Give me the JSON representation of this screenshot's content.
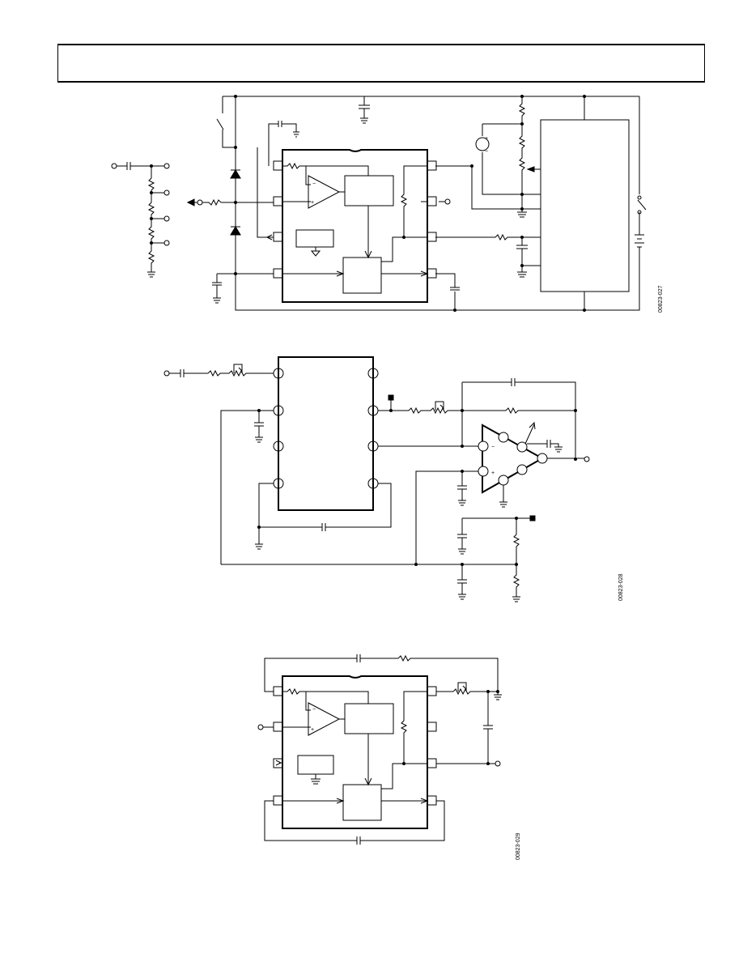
{
  "figures": [
    {
      "code": "00823-027"
    },
    {
      "code": "00823-028"
    },
    {
      "code": "00823-029"
    }
  ],
  "polarity": {
    "plus": "+",
    "minus": "−"
  }
}
